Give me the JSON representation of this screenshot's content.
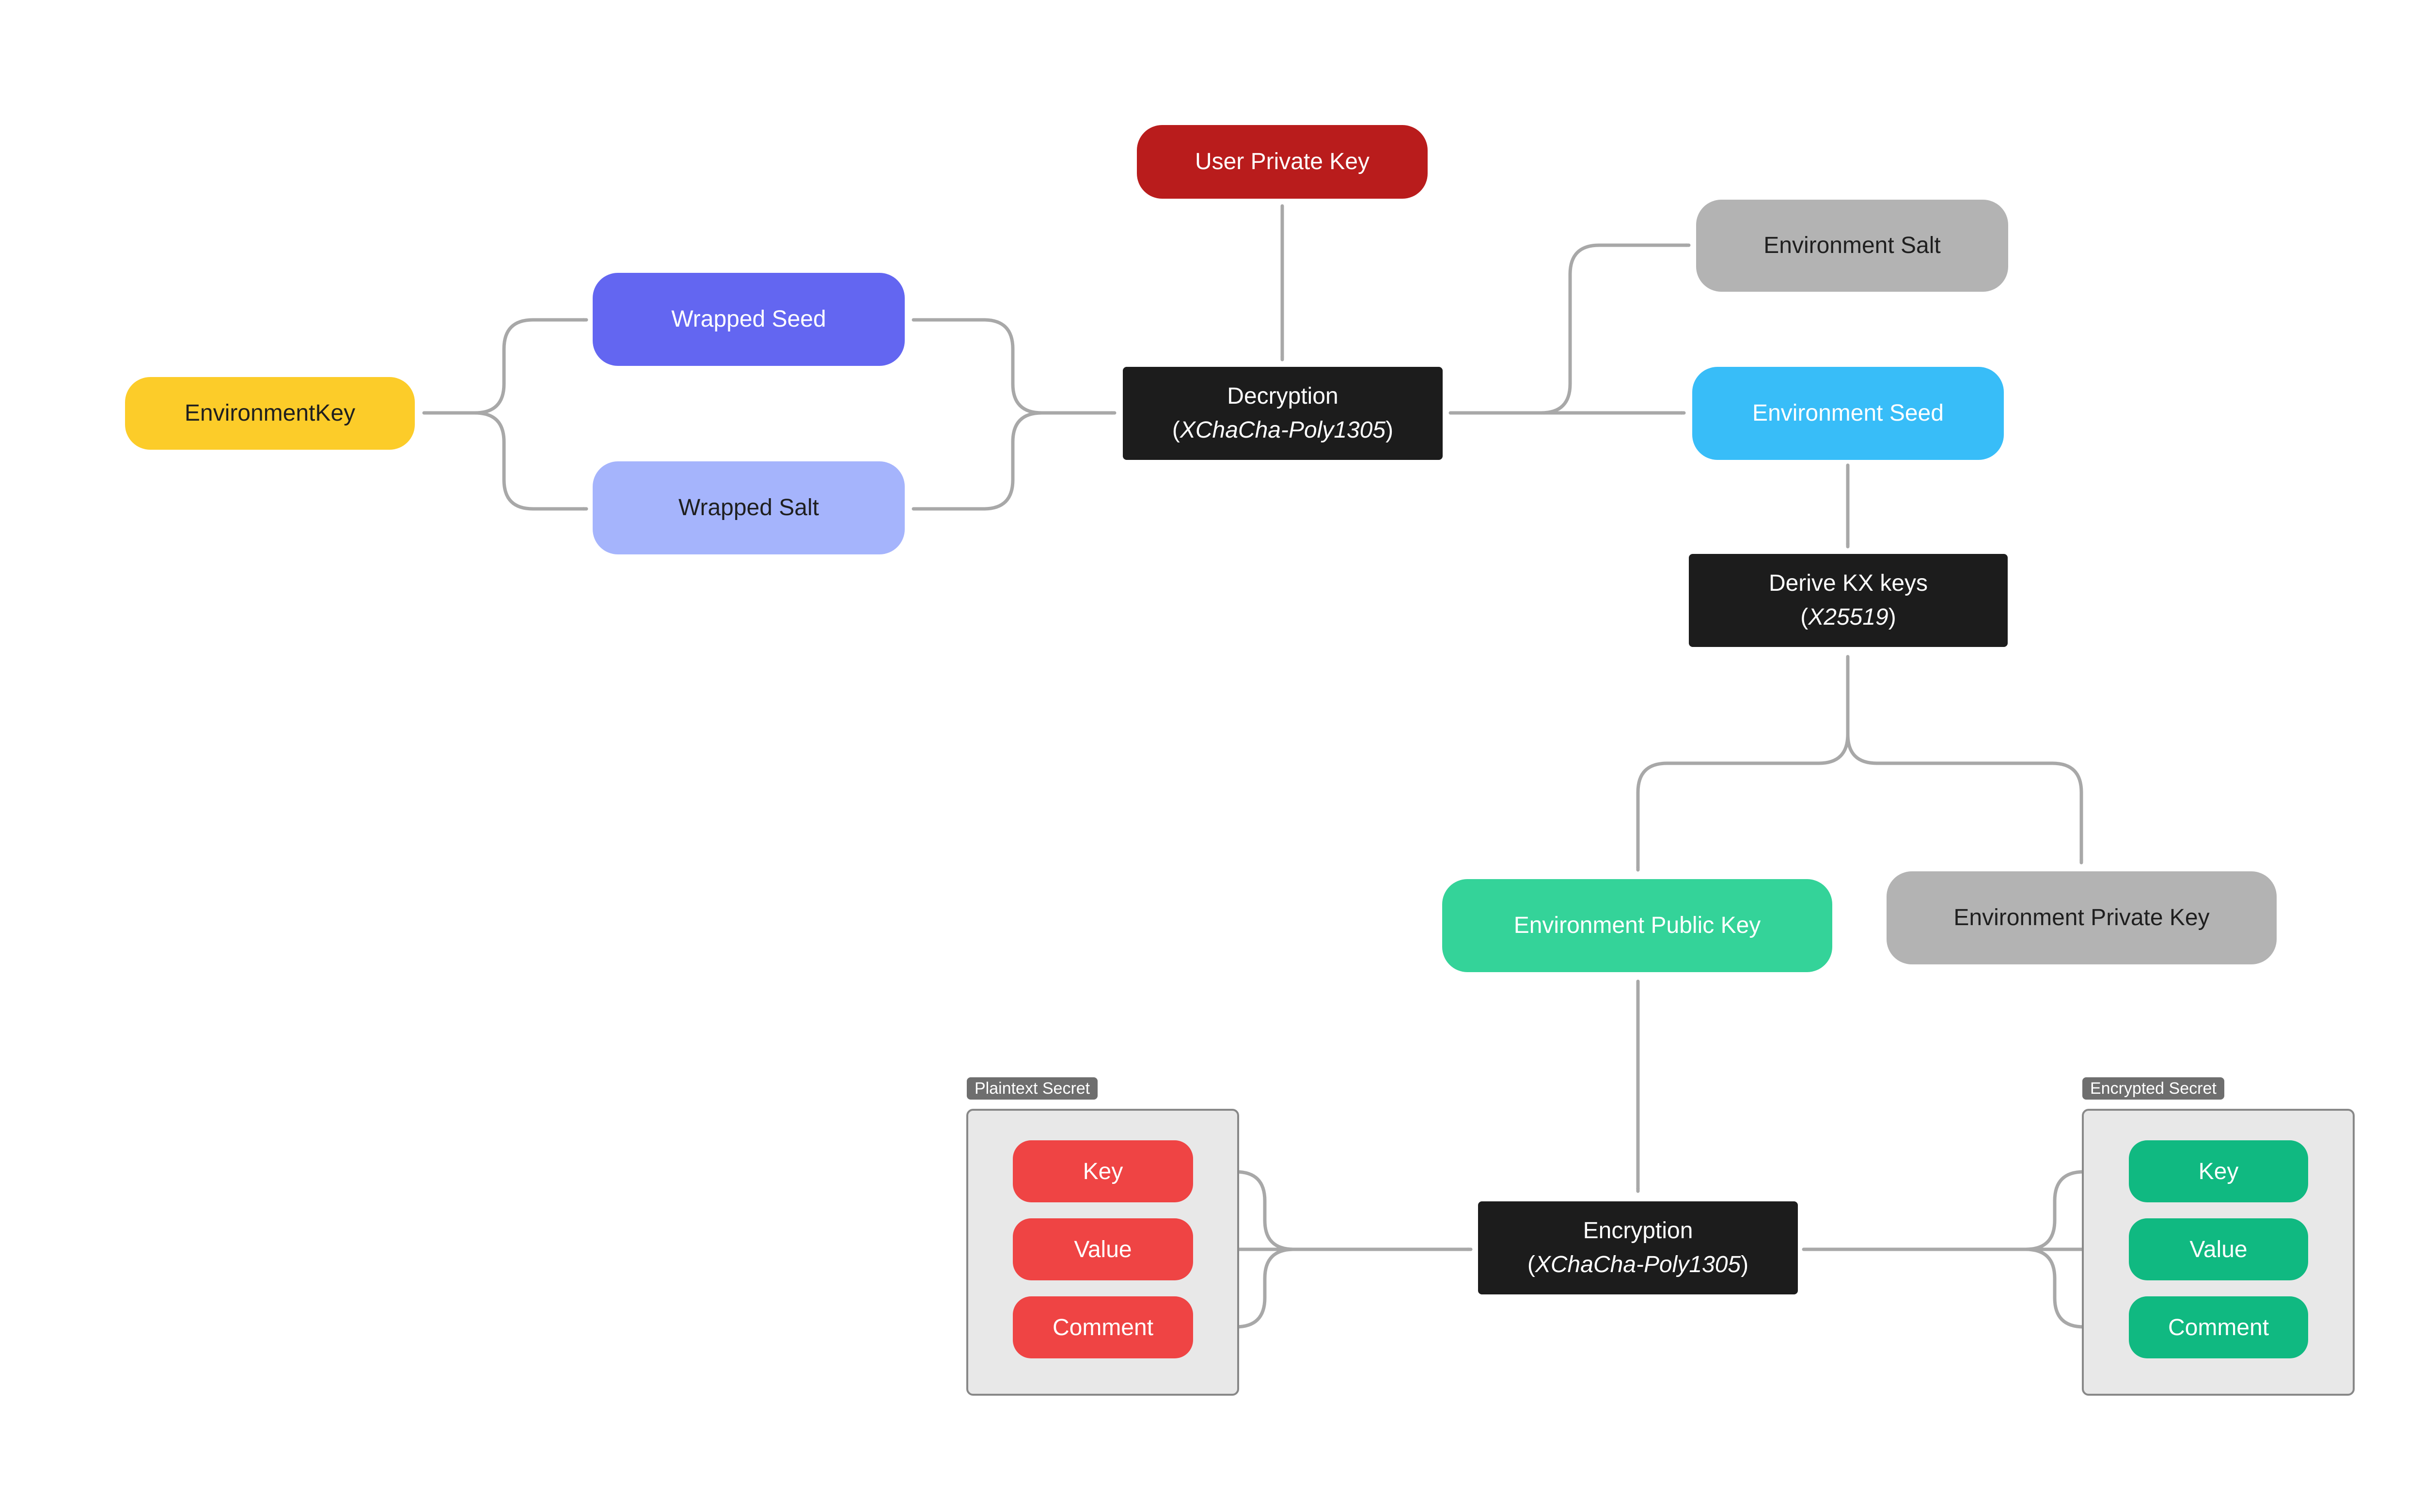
{
  "colors": {
    "environment_key": "#fccc29",
    "wrapped_seed": "#6366f1",
    "wrapped_salt": "#a5b4fc",
    "user_private_key": "#b91c1c",
    "process": "#1c1c1c",
    "environment_salt": "#b3b3b3",
    "environment_seed": "#38bdf8",
    "environment_public_key": "#34d399",
    "environment_private_key": "#b3b3b3",
    "plaintext_item": "#ef4444",
    "encrypted_item": "#10b981",
    "edge": "#a8a8a8"
  },
  "nodes": {
    "environment_key": "EnvironmentKey",
    "wrapped_seed": "Wrapped Seed",
    "wrapped_salt": "Wrapped Salt",
    "user_private_key": "User Private Key",
    "decryption": {
      "title": "Decryption",
      "subtitle": "XChaCha-Poly1305"
    },
    "environment_salt": "Environment Salt",
    "environment_seed": "Environment Seed",
    "derive_kx": {
      "title": "Derive KX keys",
      "subtitle": "X25519"
    },
    "environment_public_key": "Environment Public Key",
    "environment_private_key": "Environment Private Key",
    "encryption": {
      "title": "Encryption",
      "subtitle": "XChaCha-Poly1305"
    }
  },
  "plaintext_secret": {
    "label": "Plaintext Secret",
    "items": [
      "Key",
      "Value",
      "Comment"
    ]
  },
  "encrypted_secret": {
    "label": "Encrypted Secret",
    "items": [
      "Key",
      "Value",
      "Comment"
    ]
  }
}
